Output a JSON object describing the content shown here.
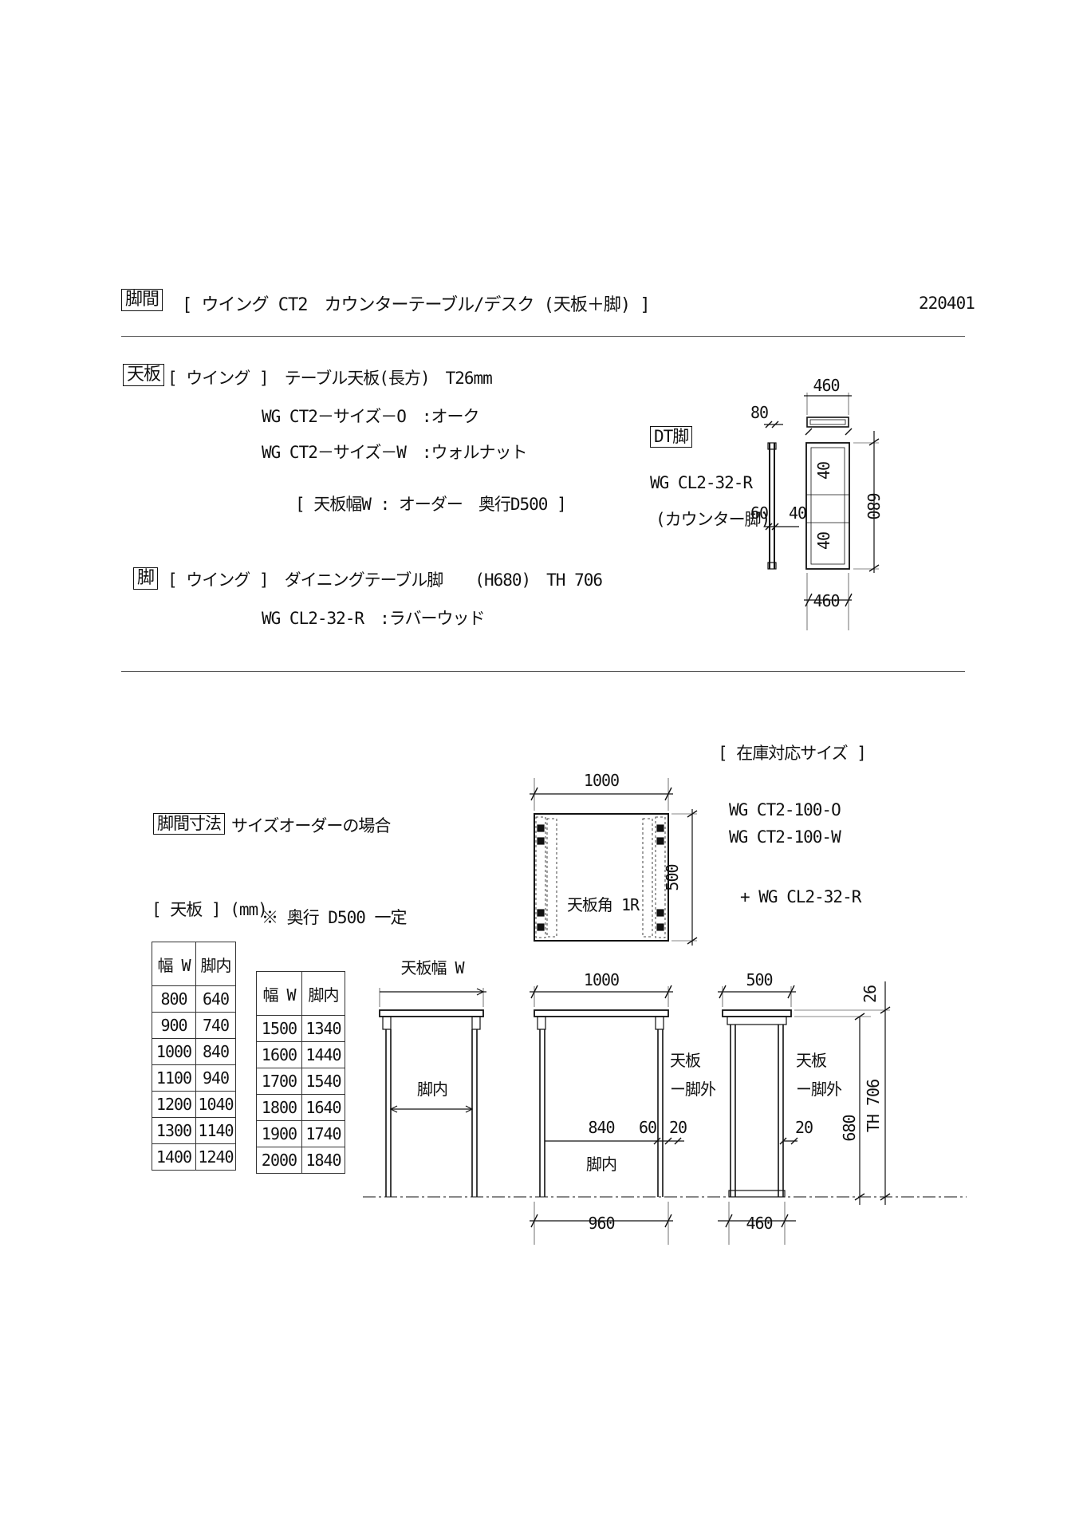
{
  "header": {
    "section_tag": "脚間",
    "title": "[ ウイング CT2　カウンターテーブル/デスク (天板＋脚) ]",
    "code": "220401"
  },
  "top_panel": {
    "tag": "天板",
    "line1": "[ ウイング ]　テーブル天板(長方)　T26mm",
    "line2": "WG CT2－サイズ－O　:オーク",
    "line3": "WG CT2－サイズ－W　:ウォルナット",
    "line4": "[ 天板幅W : オーダー　奥行D500 ]"
  },
  "leg_panel": {
    "tag": "脚",
    "line1": "[ ウイング ]　ダイニングテーブル脚　　(H680)　TH 706",
    "line2": "WG CL2-32-R　:ラバーウッド"
  },
  "dt_leg": {
    "tag": "DT脚",
    "model": "WG CL2-32-R",
    "note": "(カウンター脚)",
    "dims": {
      "top_w": "460",
      "bottom_w": "460",
      "w80": "80",
      "h60": "60",
      "d40a": "40",
      "d40b": "40",
      "d40c": "40",
      "h680": "680"
    }
  },
  "stock": {
    "title": "[ 在庫対応サイズ ]",
    "item1": "WG CT2-100-O",
    "item2": "WG CT2-100-W",
    "item3": "+ WG CL2-32-R"
  },
  "order": {
    "tag": "脚間寸法",
    "subtitle": "サイズオーダーの場合",
    "table_label": "[ 天板 ] (mm)",
    "note": "※ 奥行 D500 一定",
    "headers": [
      "幅 W",
      "脚内"
    ],
    "table1": [
      [
        "800",
        "640"
      ],
      [
        "900",
        "740"
      ],
      [
        "1000",
        "840"
      ],
      [
        "1100",
        "940"
      ],
      [
        "1200",
        "1040"
      ],
      [
        "1300",
        "1140"
      ],
      [
        "1400",
        "1240"
      ]
    ],
    "table2": [
      [
        "1500",
        "1340"
      ],
      [
        "1600",
        "1440"
      ],
      [
        "1700",
        "1540"
      ],
      [
        "1800",
        "1640"
      ],
      [
        "1900",
        "1740"
      ],
      [
        "2000",
        "1840"
      ]
    ]
  },
  "plan": {
    "width": "1000",
    "depth": "500",
    "corner": "天板角 1R"
  },
  "elev1": {
    "label_top": "天板幅 W",
    "label_inner": "脚内"
  },
  "elev2": {
    "top": "1000",
    "inner": "840",
    "inner_label": "脚内",
    "gap60": "60",
    "gap20": "20",
    "bottom": "960",
    "note1": "天板",
    "note2": "ー脚外"
  },
  "elev3": {
    "top": "500",
    "gap20": "20",
    "bottom": "460",
    "h26": "26",
    "h680": "680",
    "th": "TH 706",
    "note1": "天板",
    "note2": "ー脚外"
  }
}
